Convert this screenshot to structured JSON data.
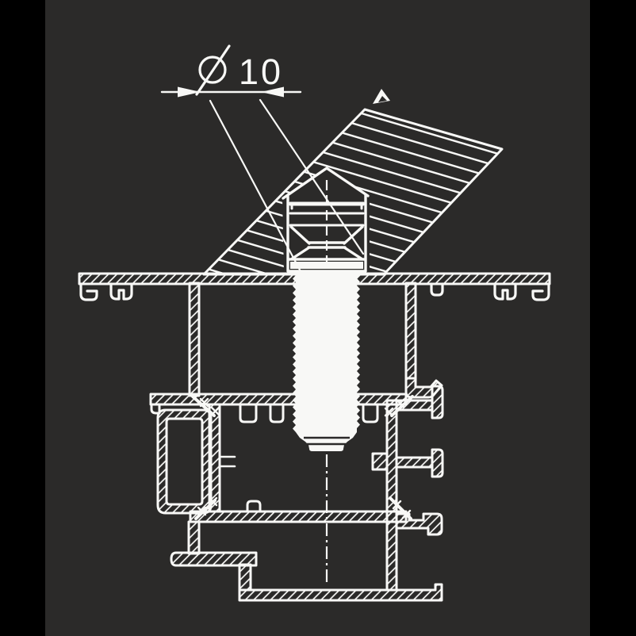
{
  "drawing": {
    "kind": "technical-section-drawing",
    "subject": "aluminium-profile-with-set-screw",
    "dimension": {
      "symbol": "⌀",
      "value": "10"
    },
    "colors": {
      "background": "#2b2a29",
      "line": "#f8f8f6",
      "letterbox": "#000000"
    },
    "elements": [
      "diameter-dimension",
      "dimension-arrows",
      "leader-lines",
      "tool-access-hatched-sector",
      "sector-arrow-marker",
      "screw-head",
      "screw-thread",
      "screw-tip-chamfer",
      "top-profile-bar",
      "profile-hooks",
      "upper-walls",
      "lower-profile-box",
      "rounded-channel",
      "t-slot-studs",
      "snap-joint-marks",
      "centerline"
    ]
  }
}
